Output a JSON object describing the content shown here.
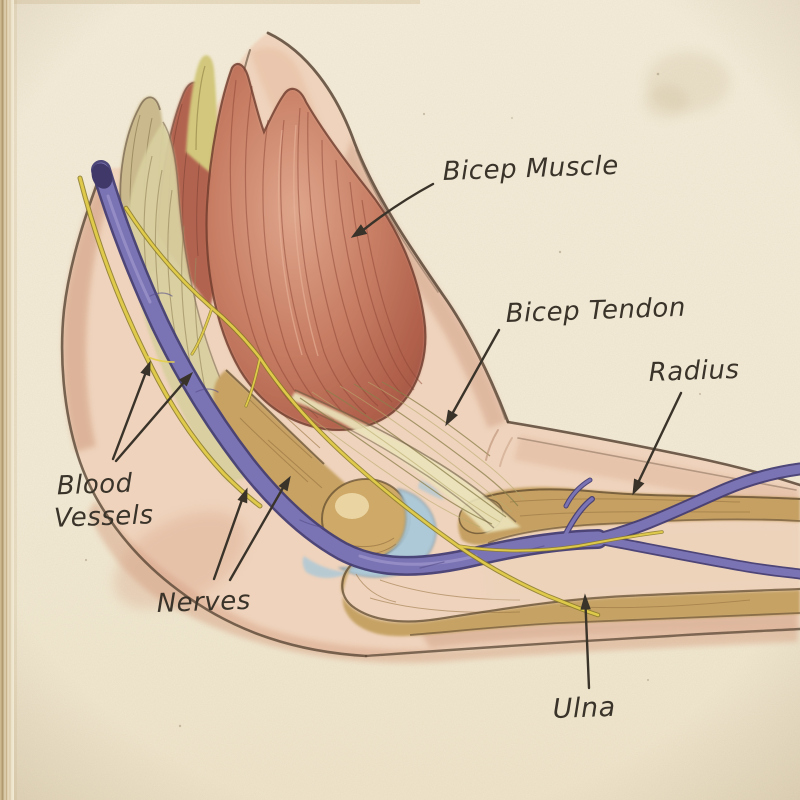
{
  "document": {
    "type": "anatomical-illustration",
    "subject": "Elbow and forearm anatomy, vintage watercolor plate"
  },
  "labels": {
    "bicep_muscle": "Bicep Muscle",
    "bicep_tendon": "Bicep Tendon",
    "radius": "Radius",
    "blood_vessels": {
      "line1": "Blood",
      "line2": "Vessels"
    },
    "nerves": "Nerves",
    "ulna": "Ulna"
  },
  "colors": {
    "paper": "#f3ebd6",
    "ink": "#39332a",
    "muscle_red": "#b2604b",
    "muscle_highlight": "#dfa68c",
    "tendon_cream": "#ebe3ba",
    "tendon_band": "#d8cf9f",
    "bone_tan": "#c7a263",
    "cartilage_blue": "#aac8d8",
    "vessel_purple": "#7b74b4",
    "vessel_dark": "#453e74",
    "nerve_yellow": "#e3ce4c",
    "skin_pink": "#efd3bc",
    "skin_shadow": "#d9ac90",
    "outline_brown": "#5a4736"
  }
}
